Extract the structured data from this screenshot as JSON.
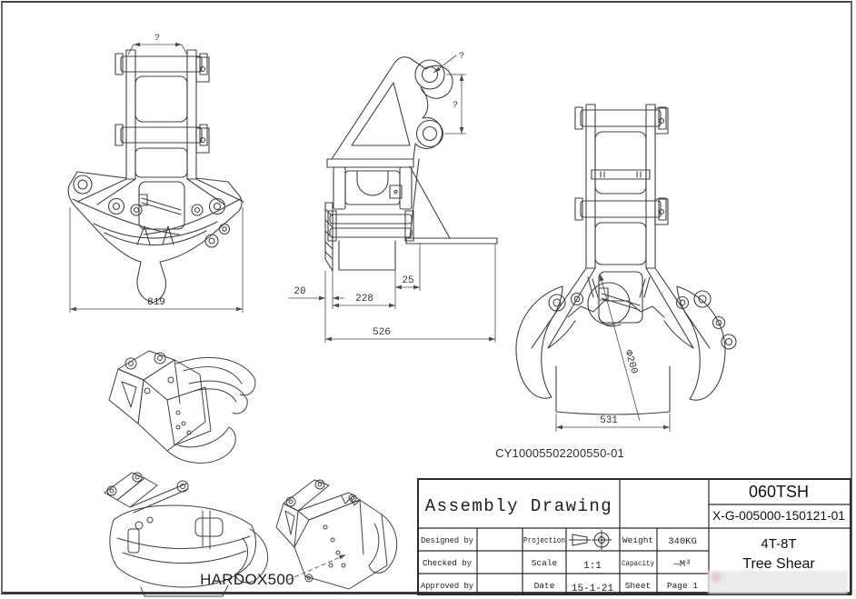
{
  "sheet": {
    "part_code": "CY10005502200550-01",
    "material_note": "HARDOX500",
    "colors": {
      "line": "#404040",
      "table_line": "#2a2a2a",
      "paper": "#ffffff",
      "text": "#1b1b1b"
    }
  },
  "views": {
    "front": {
      "top_pin_dim": "?",
      "overall_width": "819"
    },
    "side": {
      "hole_callout": "?",
      "hole_pitch": "?",
      "blade_thickness": "20",
      "jaw_span": "228",
      "plate_gap": "25",
      "overall_depth": "526"
    },
    "open": {
      "log_diameter": "Φ200",
      "base_width": "531"
    }
  },
  "title_block": {
    "title": "Assembly Drawing",
    "model_code": "060TSH",
    "drawing_number": "X-G-005000-150121-01",
    "product_size": "4T-8T",
    "product_name": "Tree Shear",
    "projection_icon": "first-angle-projection",
    "rows": [
      {
        "role": "Designed by",
        "field": "Projection",
        "value": "",
        "spec": "Weight",
        "spec_value": "340KG"
      },
      {
        "role": "Checked by",
        "field": "Scale",
        "value": "1:1",
        "spec": "Capacity",
        "spec_value": "—M³"
      },
      {
        "role": "Approved by",
        "field": "Date",
        "value": "15-1-21",
        "spec": "Sheet",
        "spec_value": "Page 1"
      }
    ]
  }
}
